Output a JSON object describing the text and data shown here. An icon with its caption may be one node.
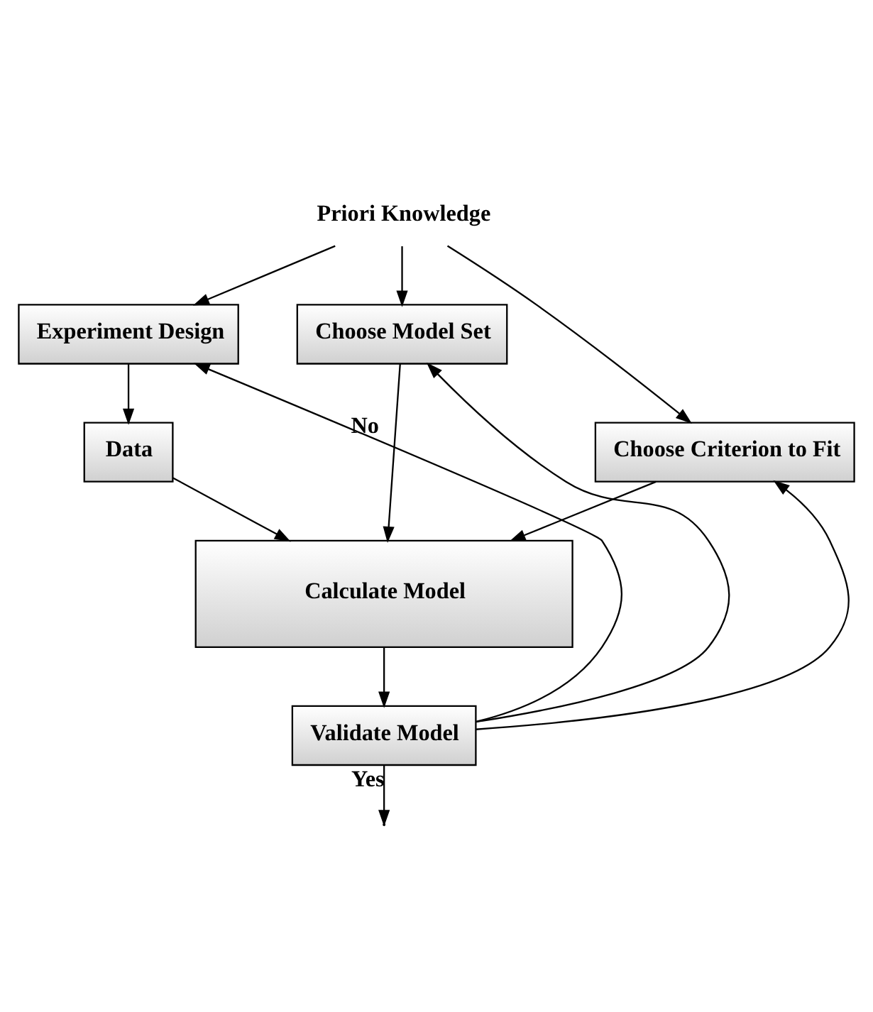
{
  "diagram": {
    "nodes": [
      {
        "text": [
          "Priori Knowledge"
        ]
      },
      {
        "text": [
          "Experiment Design"
        ]
      },
      {
        "text": [
          "Choose Model Set"
        ]
      },
      {
        "text": [
          "Data"
        ]
      },
      {
        "text": [
          "Choose Criterion to Fit"
        ]
      },
      {
        "text": [
          "Calculate Model"
        ]
      },
      {
        "text": [
          "Validate Model"
        ]
      }
    ],
    "edges": [
      {
        "from": 0,
        "to": 1,
        "arrow": "to"
      },
      {
        "from": 0,
        "to": 2,
        "arrow": "to"
      },
      {
        "from": 0,
        "to": 4,
        "arrow": "to"
      },
      {
        "from": 1,
        "to": 3,
        "arrow": "to"
      },
      {
        "from": 3,
        "to": 5,
        "arrow": "to"
      },
      {
        "from": 2,
        "to": 5,
        "arrow": "to"
      },
      {
        "from": 4,
        "to": 5,
        "arrow": "to"
      },
      {
        "from": 5,
        "to": 6,
        "arrow": "to"
      },
      {
        "from": 6,
        "to": 1,
        "arrow": "to",
        "label": "No"
      },
      {
        "from": 6,
        "to": 2,
        "arrow": "to"
      },
      {
        "from": 6,
        "to": 4,
        "arrow": "to"
      },
      {
        "from": 6,
        "to": null,
        "arrow": "to",
        "label": "Yes"
      }
    ]
  }
}
